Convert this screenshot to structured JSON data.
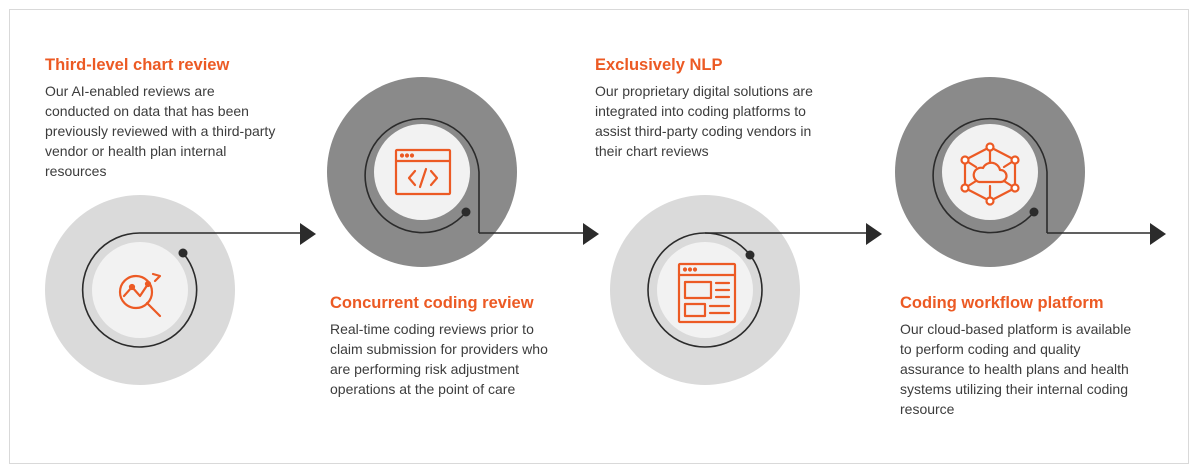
{
  "accent_color": "#ec5a24",
  "steps": [
    {
      "title": "Third-level chart review",
      "body": "Our AI-enabled reviews are conducted on data that has been previously reviewed with a third-party vendor or health plan internal resources",
      "icon": "magnifier-chart-icon"
    },
    {
      "title": "Concurrent coding review",
      "body": "Real-time coding reviews prior to claim submission for providers who are performing risk adjustment operations at the point of care",
      "icon": "code-window-icon"
    },
    {
      "title": "Exclusively NLP",
      "body": "Our proprietary digital solutions are integrated into coding platforms to assist third-party coding vendors in their chart reviews",
      "icon": "webpage-layout-icon"
    },
    {
      "title": "Coding workflow platform",
      "body": "Our cloud-based platform is available to perform coding and quality assurance to health plans and health systems utilizing their internal coding resource",
      "icon": "cloud-network-icon"
    }
  ]
}
